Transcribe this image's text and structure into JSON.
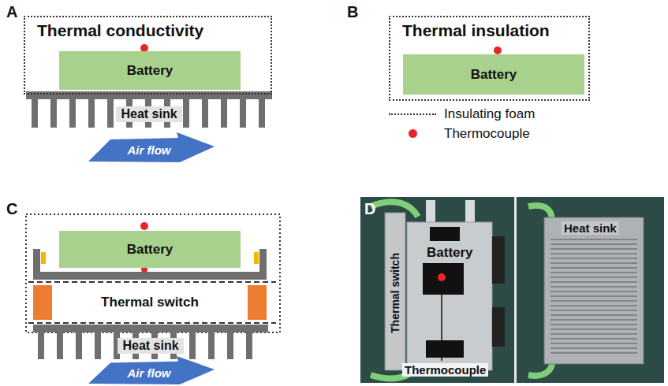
{
  "diagram": {
    "nodes": [
      {
        "text": [
          "Thermal conductivity"
        ]
      },
      {
        "text": [
          "Battery"
        ],
        "in": 0
      },
      {
        "text": [
          "Heat sink"
        ]
      },
      {
        "text": [
          "Air flow"
        ]
      },
      {
        "text": [
          "Thermal insulation"
        ]
      },
      {
        "text": [
          "Battery"
        ],
        "in": 4
      },
      {
        "text": [
          "Battery"
        ]
      },
      {
        "text": [
          "Thermal switch"
        ]
      },
      {
        "text": [
          "Heat sink"
        ]
      },
      {
        "text": [
          "Air flow"
        ]
      }
    ],
    "labels": [
      "A",
      "B",
      "C",
      "D",
      "Thermal switch",
      "Battery",
      "Thermocouple",
      "Heat sink"
    ],
    "legend": [
      {
        "text": "Insulating foam"
      },
      {
        "text": "Thermocouple",
        "color": "#e8262a"
      }
    ]
  }
}
